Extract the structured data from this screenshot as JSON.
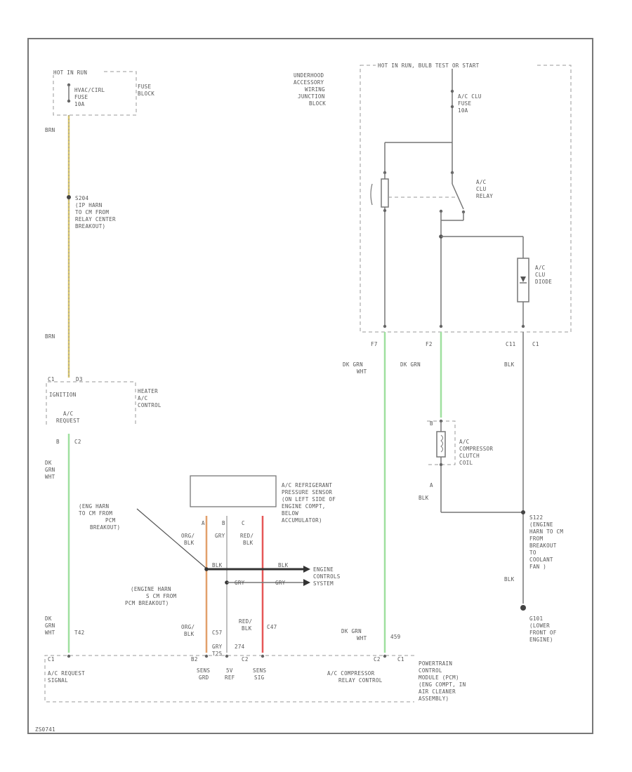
{
  "labels": {
    "hot_in_run": "HOT IN RUN",
    "fuse_hvac": [
      "HVAC/CIRL",
      "FUSE",
      "10A"
    ],
    "fuse_block": [
      "FUSE",
      "BLOCK"
    ],
    "wire_brn_1": "BRN",
    "splice_s204": [
      "S204",
      "(IP HARN",
      "TO CM FROM",
      "RELAY CENTER",
      "BREAKOUT)"
    ],
    "wire_brn_2": "BRN",
    "pin_c1": "C1",
    "pin_d3": "D3",
    "ignition": "IGNITION",
    "hvac_control": [
      "HEATER",
      "A/C",
      "CONTROL"
    ],
    "ac_request": [
      "A/C",
      "REQUEST"
    ],
    "pin_b": "B",
    "pin_c2": "C2",
    "wire_dk_grn_wht_1": [
      "DK",
      "GRN",
      "WHT"
    ],
    "hot_in_run_test": "HOT IN RUN, BULB TEST OR START",
    "underhood_block": [
      "UNDERHOOD",
      "ACCESSORY",
      "WIRING",
      "JUNCTION",
      "BLOCK"
    ],
    "fuse_ac_clu": [
      "A/C CLU",
      "FUSE",
      "10A"
    ],
    "relay_ac_clu": [
      "A/C",
      "CLU",
      "RELAY"
    ],
    "diode_ac_clu": [
      "A/C",
      "CLU",
      "DIODE"
    ],
    "pin_f7": "F7",
    "pin_f2": "F2",
    "pin_c11": "C11",
    "pin_c1b": "C1",
    "wire_dk_grn_wht_2": [
      "DK GRN",
      "WHT"
    ],
    "wire_dk_grn": "DK GRN",
    "wire_blk_1": "BLK",
    "pin_b_comp": "B",
    "compressor": [
      "A/C",
      "COMPRESSOR",
      "CLUTCH",
      "COIL"
    ],
    "pin_a_comp": "A",
    "wire_blk_2": "BLK",
    "pressure_sensor": [
      "A/C REFRIGERANT",
      "PRESSURE SENSOR",
      "(ON LEFT SIDE OF",
      "ENGINE COMPT,",
      "BELOW",
      "ACCUMULATOR)"
    ],
    "splice_engine_harn": [
      "(ENG HARN",
      "TO CM FROM",
      "PCM",
      "BREAKOUT)"
    ],
    "pin_a": "A",
    "pin_b2": "B",
    "pin_c": "C",
    "wire_org_blk_1": [
      "ORG/",
      "BLK"
    ],
    "wire_gry": "GRY",
    "wire_red_blk_1": [
      "RED/",
      "BLK"
    ],
    "wire_blk_3": "BLK",
    "wire_gry_2": "GRY",
    "engine_controls": [
      "ENGINE",
      "CONTROLS",
      "SYSTEM"
    ],
    "splice_engine_harn2": [
      "(ENGINE HARN",
      "S CM FROM",
      "PCM BREAKOUT)"
    ],
    "ground_s122": [
      "S122",
      "(ENGINE",
      "HARN TO CM",
      "FROM",
      "BREAKOUT",
      "TO",
      "COOLANT",
      "FAN )"
    ],
    "wire_blk_4": "BLK",
    "ground_g101": [
      "G101",
      "(LOWER",
      "FRONT OF",
      "ENGINE)"
    ],
    "wire_dk_grn_wht_3": [
      "DK",
      "GRN",
      "WHT"
    ],
    "pin_t42": "T42",
    "wire_org_blk_2": [
      "ORG/",
      "BLK"
    ],
    "wire_gry_3": "GRY",
    "wire_red_blk_2": [
      "RED/",
      "BLK"
    ],
    "pin_c57": "C57",
    "pin_c1_pcm": "C1",
    "pin_b2_pcm": "B2",
    "pin_c2_pcm": "C2",
    "pin_t25": "T25",
    "pin_274": "274",
    "pin_c47": "C47",
    "pin_c2b": "C2",
    "pin_c1c": "C1",
    "pcm_ac_request": [
      "A/C REQUEST",
      "SIGNAL"
    ],
    "sens_grd": [
      "SENS",
      "GRD"
    ],
    "ref_5v": [
      "5V",
      "REF"
    ],
    "sens_sig": [
      "SENS",
      "SIG"
    ],
    "wire_dk_grn_wht_4": [
      "DK GRN",
      "WHT"
    ],
    "pin_459": "459",
    "pcm_relay_control": [
      "A/C COMPRESSOR",
      "RELAY CONTROL"
    ],
    "pcm": [
      "POWERTRAIN",
      "CONTROL",
      "MODULE (PCM)",
      "(ENG COMPT, IN",
      "AIR CLEANER",
      "ASSEMBLY)"
    ],
    "footer_code": "ZS0741"
  },
  "colors": {
    "line": "#777777",
    "dash": "#999999",
    "text": "#555555",
    "wire_brown": "#d8c56a",
    "wire_green": "#9fe09f",
    "wire_orange": "#e2a06b",
    "wire_red": "#e65757",
    "wire_black": "#222222"
  }
}
